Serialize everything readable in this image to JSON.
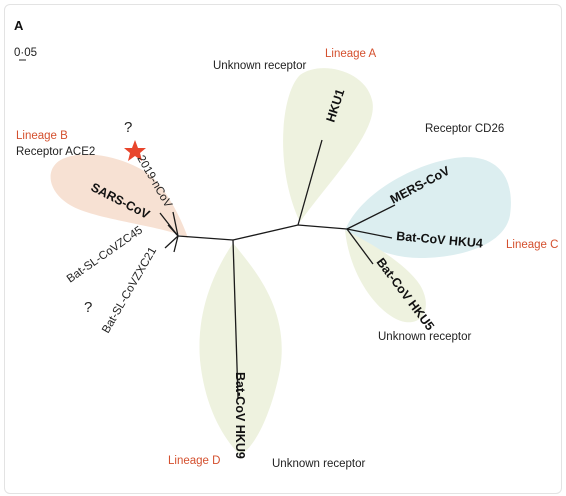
{
  "panel_label": "A",
  "scale_bar": {
    "label": "0·05"
  },
  "lineages": {
    "a": {
      "name": "Lineage A",
      "receptor": "Unknown receptor"
    },
    "b": {
      "name": "Lineage B",
      "receptor": "Receptor ACE2"
    },
    "c": {
      "name": "Lineage C",
      "receptor": "Receptor CD26"
    },
    "c_hku5_receptor": "Unknown receptor",
    "d": {
      "name": "Lineage D",
      "receptor": "Unknown receptor"
    }
  },
  "taxa": {
    "hku1": "HKU1",
    "sars": "SARS-CoV",
    "ncov": "2019-nCoV",
    "zc45": "Bat-SL-CoVZC45",
    "zxc21": "Bat-SL-CoVZXC21",
    "mers": "MERS-CoV",
    "hku4": "Bat-CoV HKU4",
    "hku5": "Bat-CoV HKU5",
    "hku9": "Bat-CoV HKU9"
  },
  "question_mark": "?",
  "colors": {
    "lineage_a_fill": "#eef2df",
    "lineage_b_fill": "#f7e1d3",
    "lineage_c_fill": "#dceef0",
    "lineage_d_fill": "#eef2df",
    "lineage_label": "#d4502e",
    "star": "#e8452c"
  },
  "icons": {
    "star": "star-icon"
  }
}
